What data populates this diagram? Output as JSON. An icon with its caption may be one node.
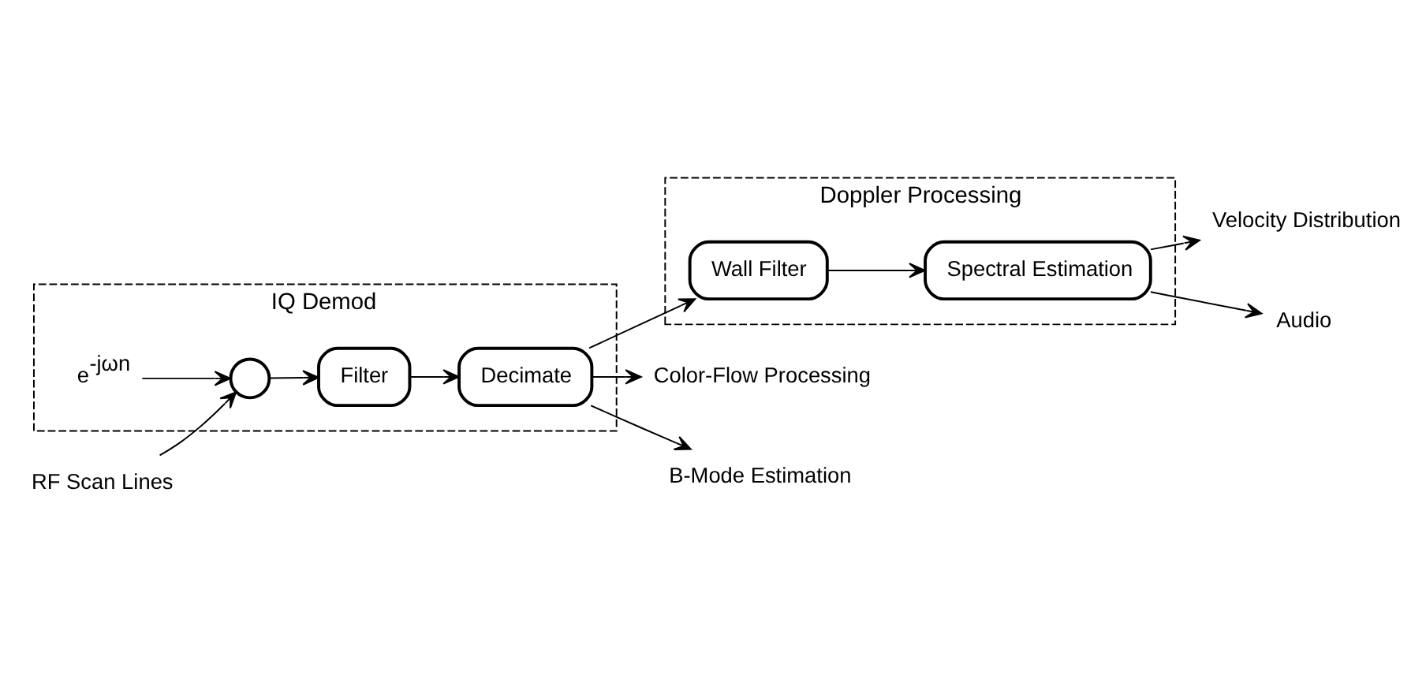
{
  "diagram": {
    "nodes": [
      {
        "text": [
          "IQ Demod"
        ]
      },
      {
        "text": [
          "Doppler Processing"
        ]
      },
      {
        "text": [
          "RF Scan Lines"
        ]
      },
      {
        "text": [],
        "shape": "circle",
        "in": 0
      },
      {
        "text": [
          "e$^{-jωn}$"
        ],
        "in": 0
      },
      {
        "text": [
          "Filter"
        ],
        "in": 0
      },
      {
        "text": [
          "Decimate"
        ],
        "in": 0
      },
      {
        "text": [
          "Color-Flow Processing"
        ]
      },
      {
        "text": [
          "Wall Filter"
        ],
        "in": 1
      },
      {
        "text": [
          "Spectral Estimation"
        ],
        "in": 1
      },
      {
        "text": [
          "Velocity Distribution"
        ]
      },
      {
        "text": [
          "Audio"
        ]
      },
      {
        "text": [
          "B-Mode Estimation"
        ]
      }
    ],
    "edges": [
      {
        "from": 2,
        "to": 3,
        "arrow": "to"
      },
      {
        "from": 4,
        "to": 3,
        "arrow": "to"
      },
      {
        "from": 3,
        "to": 5,
        "arrow": "to"
      },
      {
        "from": 5,
        "to": 6,
        "arrow": "to"
      },
      {
        "from": 6,
        "to": 7,
        "arrow": "to"
      },
      {
        "from": 6,
        "to": 8,
        "arrow": "to"
      },
      {
        "from": 6,
        "to": 12,
        "arrow": "to"
      },
      {
        "from": 8,
        "to": 9,
        "arrow": "to"
      },
      {
        "from": 9,
        "to": 10,
        "arrow": "to"
      },
      {
        "from": 9,
        "to": 11,
        "arrow": "to"
      }
    ]
  }
}
